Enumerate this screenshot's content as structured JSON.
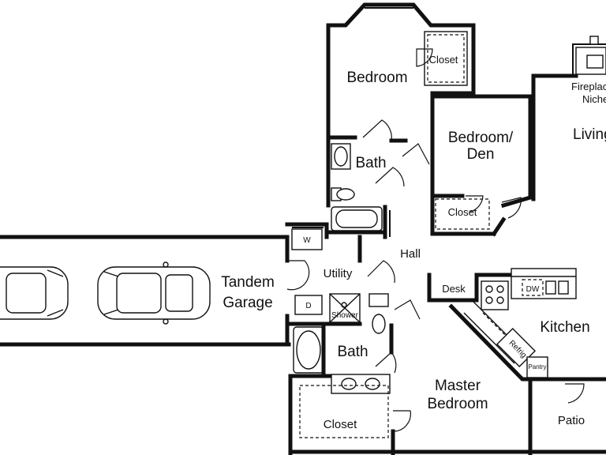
{
  "labels": {
    "bedroom": "Bedroom",
    "closet_top": "Closet",
    "bedroom_den_1": "Bedroom/",
    "bedroom_den_2": "Den",
    "closet_den": "Closet",
    "fireplace_1": "Fireplace",
    "fireplace_2": "Niche",
    "living": "Living",
    "bath_upper": "Bath",
    "hall": "Hall",
    "tandem_1": "Tandem",
    "tandem_2": "Garage",
    "utility": "Utility",
    "washer": "W",
    "dryer": "D",
    "shower": "Shower",
    "desk": "Desk",
    "dishwasher": "DW",
    "kitchen": "Kitchen",
    "refrig": "Refrig",
    "pantry": "Pantry",
    "bath_lower": "Bath",
    "master_1": "Master",
    "master_2": "Bedroom",
    "closet_master": "Closet",
    "patio": "Patio"
  }
}
